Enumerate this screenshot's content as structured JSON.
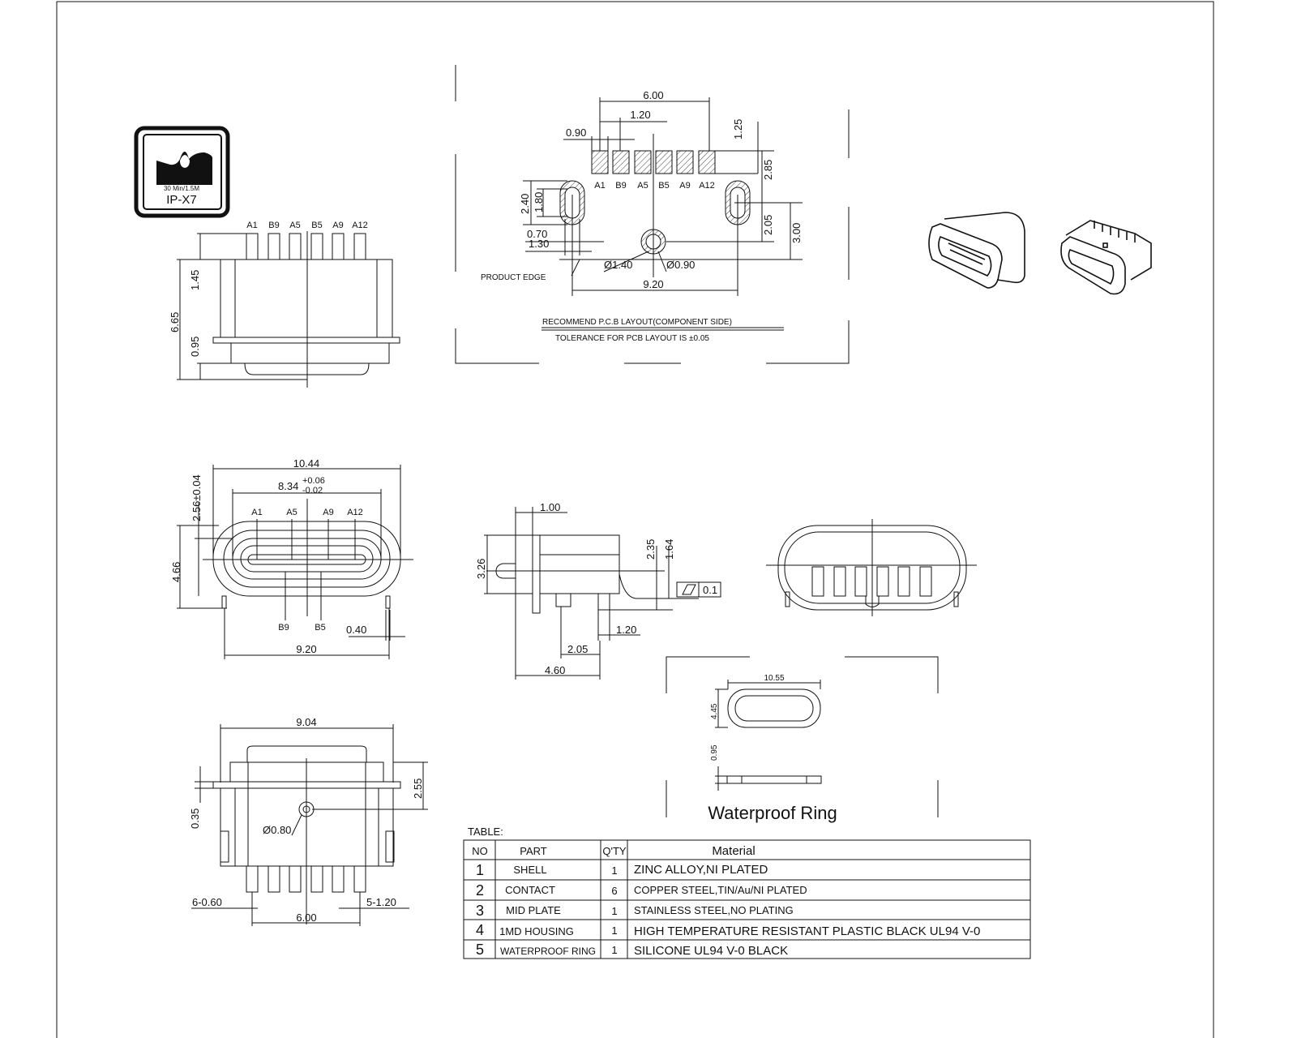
{
  "logo": {
    "caption": "30 Min/1.5M",
    "rating": "IP-X7"
  },
  "pins_top": [
    "A1",
    "B9",
    "A5",
    "B5",
    "A9",
    "A12"
  ],
  "side_view_top": {
    "dims": {
      "total": "6.65",
      "upper": "1.45",
      "lower": "0.95"
    }
  },
  "pcb_layout": {
    "pads": [
      "A1",
      "B9",
      "A5",
      "B5",
      "A9",
      "A12"
    ],
    "dims": {
      "span": "6.00",
      "pitch": "1.20",
      "pad_width": "0.90",
      "pad_height": "1.25",
      "pad_to_slot": "2.85",
      "slot_outer": "2.40",
      "slot_inner": "1.80",
      "slot_to_hole": "2.05",
      "slot_to_edge": "3.00",
      "slot_w_inner": "0.70",
      "slot_w_outer": "1.30",
      "hole_outer": "Ø1.40",
      "hole_inner": "Ø0.90",
      "slot_span": "9.20"
    },
    "product_edge": "PRODUCT EDGE",
    "title": "RECOMMEND P.C.B LAYOUT(COMPONENT SIDE)",
    "tolerance": "TOLERANCE FOR PCB LAYOUT IS ±0.05"
  },
  "front_view": {
    "width": "10.44",
    "opening": "8.34",
    "tol_plus": "+0.06",
    "tol_minus": "-0.02",
    "opening_height": "2.56±0.04",
    "height": "4.66",
    "pin_width": "0.40",
    "leg_span": "9.20",
    "pins_a": [
      "A1",
      "A5",
      "A9",
      "A12"
    ],
    "pins_b": [
      "B9",
      "B5"
    ]
  },
  "profile_view": {
    "flange": "1.00",
    "height": "3.26",
    "h1": "2.35",
    "h2": "1.64",
    "flatness": "0.1",
    "leg_w": "1.20",
    "leg_pos": "2.05",
    "depth": "4.60"
  },
  "bottom_view": {
    "width": "9.04",
    "height": "2.55",
    "flange": "0.35",
    "hole": "Ø0.80",
    "pin_w": "6-0.60",
    "pitch": "5-1.20",
    "span": "6.00"
  },
  "ring": {
    "width": "10.55",
    "height": "4.45",
    "thickness": "0.95",
    "label": "Waterproof Ring"
  },
  "table": {
    "caption": "TABLE:",
    "headers": [
      "NO",
      "PART",
      "Q'TY",
      "Material"
    ],
    "rows": [
      [
        "1",
        "SHELL",
        "1",
        "ZINC ALLOY,NI PLATED"
      ],
      [
        "2",
        "CONTACT",
        "6",
        "COPPER STEEL,TIN/Au/NI PLATED"
      ],
      [
        "3",
        "MID  PLATE",
        "1",
        "STAINLESS STEEL,NO PLATING"
      ],
      [
        "4",
        "1MD  HOUSING",
        "1",
        "HIGH TEMPERATURE RESISTANT PLASTIC BLACK UL94 V-0"
      ],
      [
        "5",
        "WATERPROOF  RING",
        "1",
        "SILICONE UL94 V-0 BLACK"
      ]
    ]
  }
}
